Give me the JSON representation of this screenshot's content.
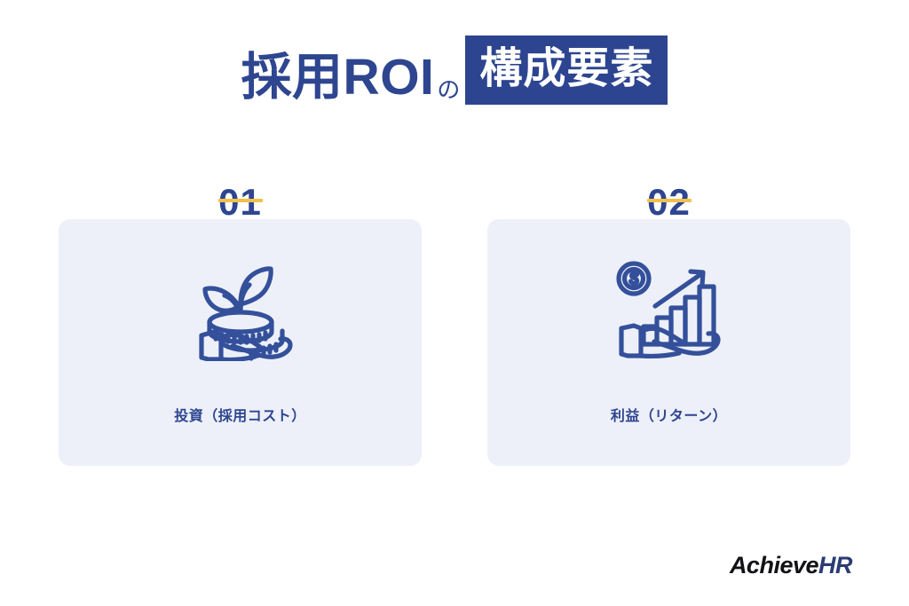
{
  "title": {
    "main": "採用ROI",
    "particle": "の",
    "highlight": "構成要素"
  },
  "cards": [
    {
      "number": "01",
      "label": "投資（採用コスト）",
      "icon": "hand-holding-coins-sprout-icon"
    },
    {
      "number": "02",
      "label": "利益（リターン）",
      "icon": "hand-holding-growth-chart-icon"
    }
  ],
  "logo": {
    "primary": "Achieve",
    "secondary": "HR"
  },
  "colors": {
    "brand_blue": "#2e4590",
    "highlight_blue": "#2d4590",
    "accent_yellow": "#f2c14b",
    "card_bg": "#edf0f8",
    "icon_stroke": "#34509b",
    "page_bg": "#ffffff"
  }
}
